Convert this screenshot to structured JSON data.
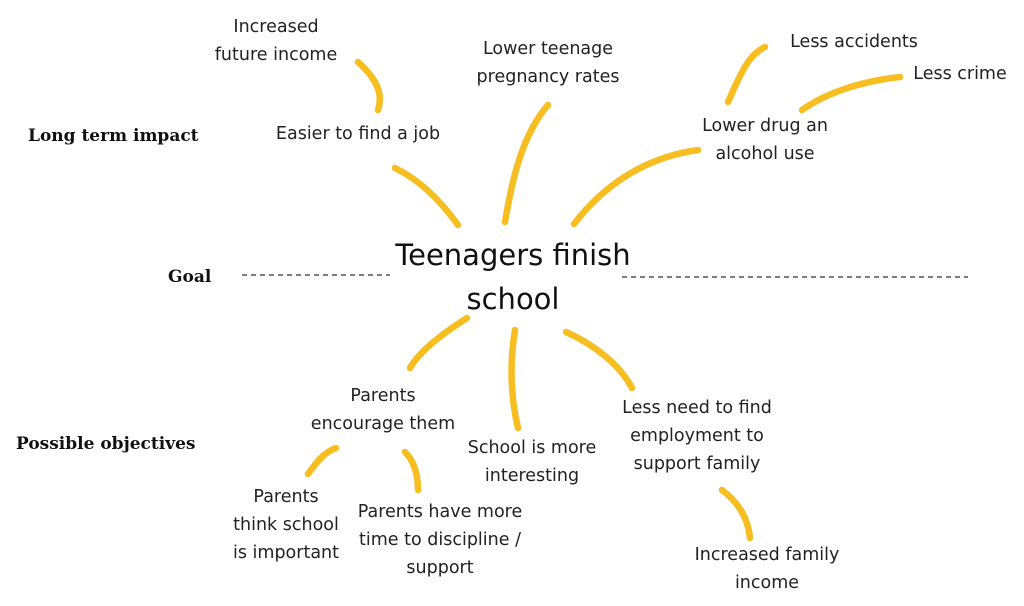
{
  "row_labels": {
    "long_term": "Long term impact",
    "goal": "Goal",
    "objectives": "Possible objectives"
  },
  "center": {
    "lines": [
      "Teenagers finish",
      "school"
    ]
  },
  "nodes": {
    "increased_future_income": {
      "lines": [
        "Increased",
        "future income"
      ]
    },
    "easier_job": {
      "lines": [
        "Easier to find a job"
      ]
    },
    "lower_pregnancy": {
      "lines": [
        "Lower teenage",
        "pregnancy rates"
      ]
    },
    "lower_drug": {
      "lines": [
        "Lower drug an",
        "alcohol use"
      ]
    },
    "less_accidents": {
      "lines": [
        "Less accidents"
      ]
    },
    "less_crime": {
      "lines": [
        "Less crime"
      ]
    },
    "parents_encourage": {
      "lines": [
        "Parents",
        "encourage them"
      ]
    },
    "school_interesting": {
      "lines": [
        "School is more",
        "interesting"
      ]
    },
    "less_need_employment": {
      "lines": [
        "Less need to find",
        "employment to",
        "support family"
      ]
    },
    "parents_think": {
      "lines": [
        "Parents",
        "think school",
        "is important"
      ]
    },
    "parents_time": {
      "lines": [
        "Parents have more",
        "time to discipline /",
        "support"
      ]
    },
    "family_income": {
      "lines": [
        "Increased family",
        "income"
      ]
    }
  },
  "colors": {
    "branch": "#f7be22",
    "text": "#222222"
  }
}
